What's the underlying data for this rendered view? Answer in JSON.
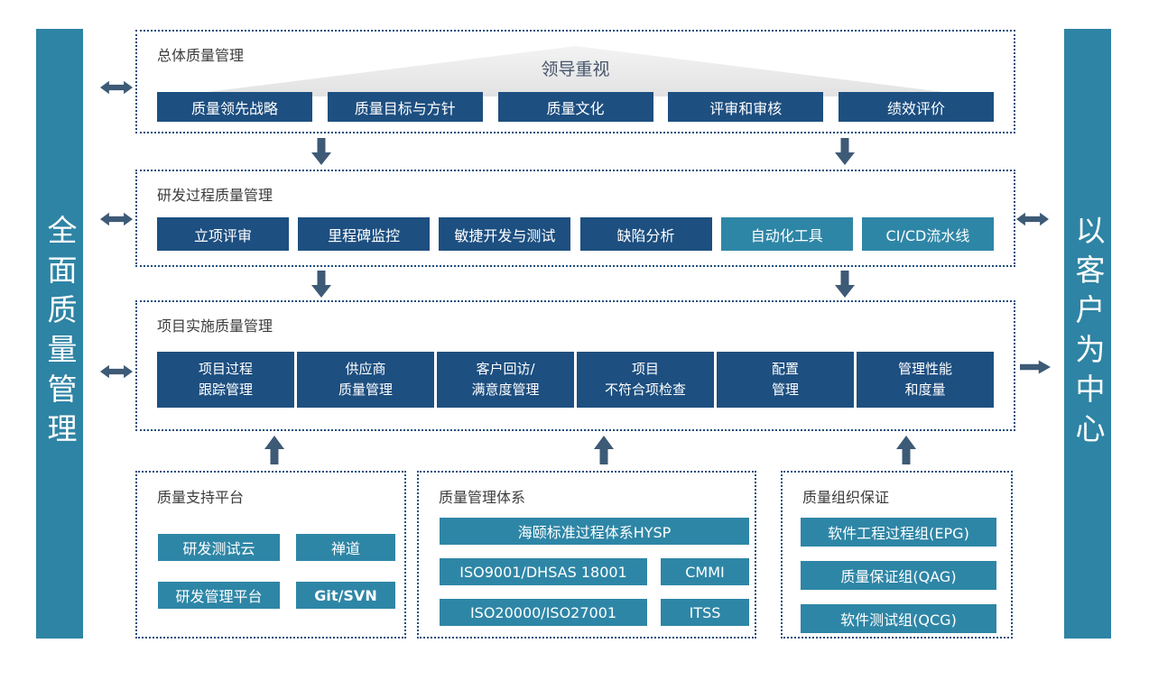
{
  "left_bar": {
    "label": "全面质量管理"
  },
  "right_bar": {
    "label": "以客户为中心"
  },
  "sections": [
    {
      "title": "总体质量管理",
      "triangle_label": "领导重视",
      "items": [
        "质量领先战略",
        "质量目标与方针",
        "质量文化",
        "评审和审核",
        "绩效评价"
      ]
    },
    {
      "title": "研发过程质量管理",
      "items": [
        "立项评审",
        "里程碑监控",
        "敏捷开发与测试",
        "缺陷分析",
        "自动化工具",
        "CI/CD流水线"
      ]
    },
    {
      "title": "项目实施质量管理",
      "items": [
        "项目过程\n跟踪管理",
        "供应商\n质量管理",
        "客户回访/\n满意度管理",
        "项目\n不符合项检查",
        "配置\n管理",
        "管理性能\n和度量"
      ]
    }
  ],
  "bottom_boxes": [
    {
      "title": "质量支持平台",
      "items": [
        "研发测试云",
        "禅道",
        "研发管理平台",
        "Git/SVN"
      ]
    },
    {
      "title": "质量管理体系",
      "wide_item": "海颐标准过程体系HYSP",
      "items": [
        "ISO9001/DHSAS 18001",
        "CMMI",
        "ISO20000/ISO27001",
        "ITSS"
      ]
    },
    {
      "title": "质量组织保证",
      "items": [
        "软件工程过程组(EPG)",
        "质量保证组(QAG)",
        "软件测试组(QCG)"
      ]
    }
  ],
  "icons": {
    "exchange": "double-horizontal-arrow",
    "flow_down": "down-arrow",
    "flow_up": "up-arrow",
    "output": "right-arrow"
  },
  "colors": {
    "navy_pill": "#1d4f80",
    "teal_pill": "#2e86a6",
    "side_bar": "#2e84a4",
    "arrow": "#3d5a76",
    "dotted_border": "#1d4e7d",
    "triangle_fill": "#e9e9e9",
    "triangle_label": "#44546a",
    "title_text": "#3c3c3c"
  }
}
